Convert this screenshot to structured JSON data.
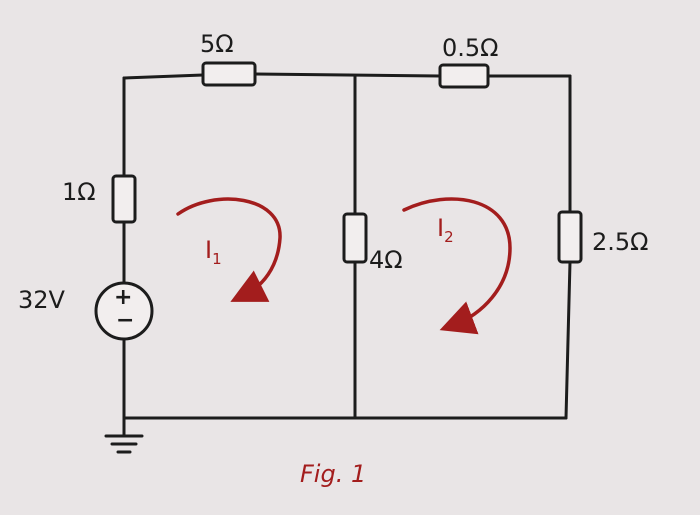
{
  "resistors": {
    "r_top_left": "5Ω",
    "r_top_right": "0.5Ω",
    "r_left": "1Ω",
    "r_middle": "4Ω",
    "r_right": "2.5Ω"
  },
  "source": {
    "voltage": "32V",
    "plus": "+",
    "minus": "−"
  },
  "loops": {
    "i1_main": "I",
    "i1_sub": "1",
    "i2_main": "I",
    "i2_sub": "2"
  },
  "caption": "Fig. 1",
  "colors": {
    "ink": "#1c1c1c",
    "current_arrows": "#a31d1d",
    "paper": "#e9e5e6"
  }
}
